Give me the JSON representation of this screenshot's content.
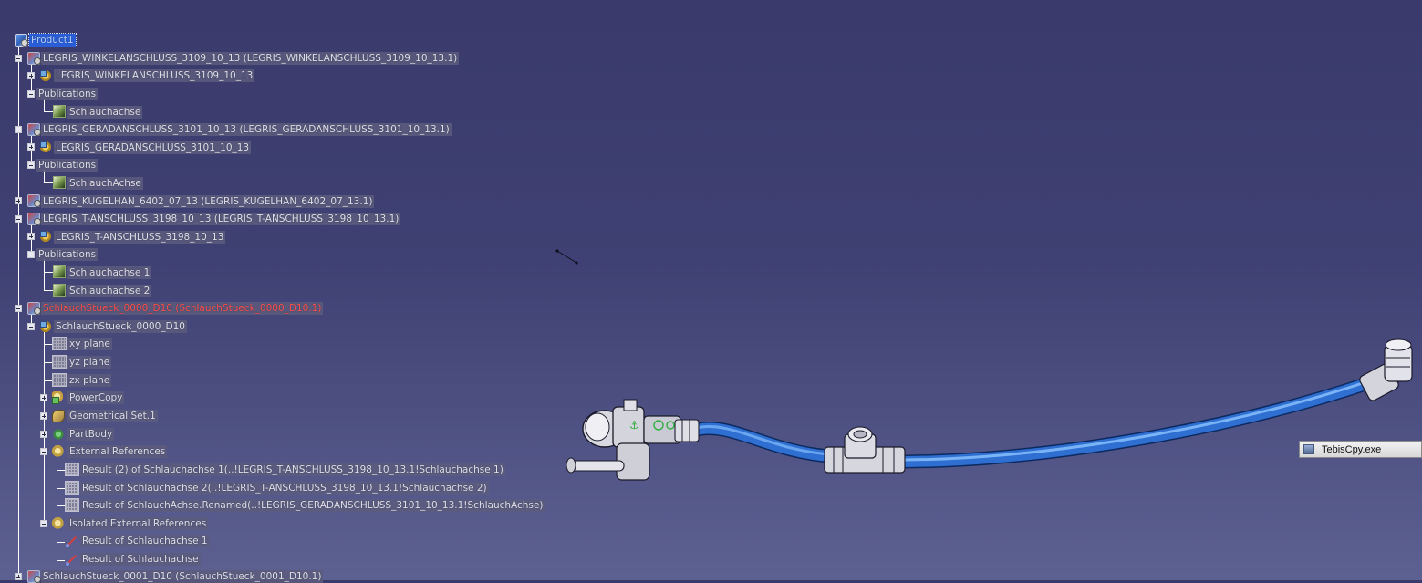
{
  "app": "CATIA V5",
  "tree": {
    "nodes": [
      {
        "label": "Product1",
        "kind": "product",
        "style": "sel"
      },
      {
        "label": "LEGRIS_WINKELANSCHLUSS_3109_10_13 (LEGRIS_WINKELANSCHLUSS_3109_10_13.1)",
        "kind": "comp"
      },
      {
        "label": "LEGRIS_WINKELANSCHLUSS_3109_10_13",
        "kind": "gear"
      },
      {
        "label": "Publications",
        "kind": "none"
      },
      {
        "label": "Schlauchachse",
        "kind": "pub"
      },
      {
        "label": "LEGRIS_GERADANSCHLUSS_3101_10_13 (LEGRIS_GERADANSCHLUSS_3101_10_13.1)",
        "kind": "comp"
      },
      {
        "label": "LEGRIS_GERADANSCHLUSS_3101_10_13",
        "kind": "gear"
      },
      {
        "label": "Publications",
        "kind": "none"
      },
      {
        "label": "SchlauchAchse",
        "kind": "pub"
      },
      {
        "label": "LEGRIS_KUGELHAN_6402_07_13 (LEGRIS_KUGELHAN_6402_07_13.1)",
        "kind": "comp"
      },
      {
        "label": "LEGRIS_T-ANSCHLUSS_3198_10_13 (LEGRIS_T-ANSCHLUSS_3198_10_13.1)",
        "kind": "comp"
      },
      {
        "label": "LEGRIS_T-ANSCHLUSS_3198_10_13",
        "kind": "gear"
      },
      {
        "label": "Publications",
        "kind": "none"
      },
      {
        "label": "Schlauchachse 1",
        "kind": "pub"
      },
      {
        "label": "Schlauchachse 2",
        "kind": "pub"
      },
      {
        "label": "SchlauchStueck_0000_D10 (SchlauchStueck_0000_D10.1)",
        "kind": "comp",
        "style": "red"
      },
      {
        "label": "SchlauchStueck_0000_D10",
        "kind": "gear"
      },
      {
        "label": "xy plane",
        "kind": "plane"
      },
      {
        "label": "yz plane",
        "kind": "plane"
      },
      {
        "label": "zx plane",
        "kind": "plane"
      },
      {
        "label": "PowerCopy",
        "kind": "powercopy"
      },
      {
        "label": "Geometrical Set.1",
        "kind": "geoset"
      },
      {
        "label": "PartBody",
        "kind": "partbody"
      },
      {
        "label": "External References",
        "kind": "extref"
      },
      {
        "label": "Result (2) of Schlauchachse 1(..!LEGRIS_T-ANSCHLUSS_3198_10_13.1!Schlauchachse 1)",
        "kind": "result"
      },
      {
        "label": "Result of Schlauchachse 2(..!LEGRIS_T-ANSCHLUSS_3198_10_13.1!Schlauchachse 2)",
        "kind": "result"
      },
      {
        "label": "Result of SchlauchAchse.Renamed(..!LEGRIS_GERADANSCHLUSS_3101_10_13.1!SchlauchAchse)",
        "kind": "result"
      },
      {
        "label": "Isolated External References",
        "kind": "extref"
      },
      {
        "label": "Result of Schlauchachse 1",
        "kind": "iso"
      },
      {
        "label": "Result of Schlauchachse",
        "kind": "iso"
      },
      {
        "label": "SchlauchStueck_0001_D10 (SchlauchStueck_0001_D10.1)",
        "kind": "comp"
      }
    ]
  },
  "taskbar": {
    "label": "TebisCpy.exe"
  },
  "colors": {
    "hose": "#2f6fd2",
    "background_top": "#3a3a6c",
    "background_bottom": "#5d6192"
  }
}
